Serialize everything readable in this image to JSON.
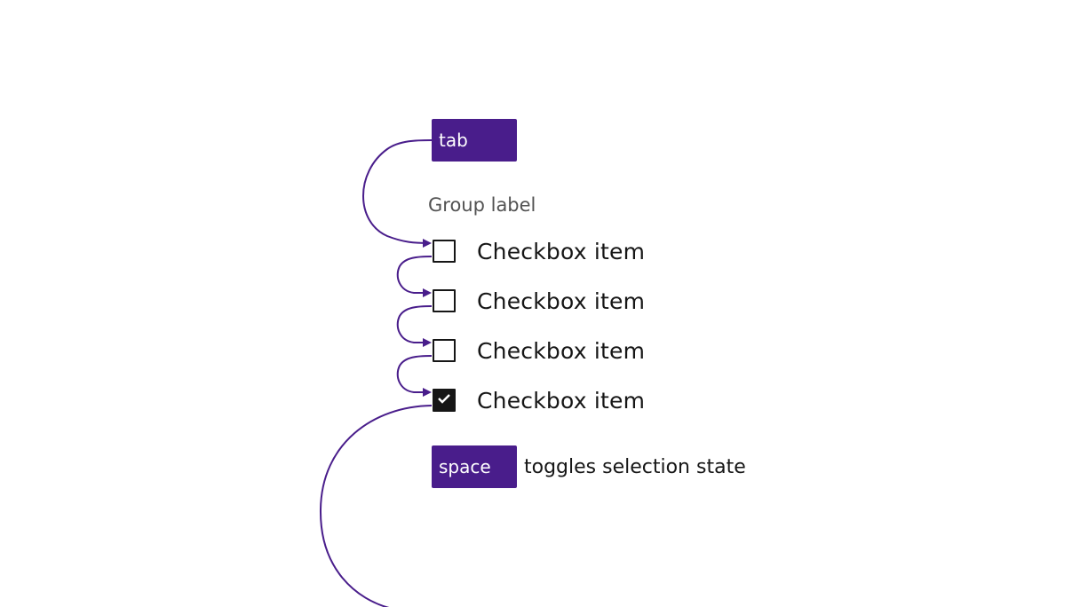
{
  "keys": {
    "tab": "tab",
    "space": "space"
  },
  "group_label": "Group label",
  "checkbox_items": [
    {
      "label": "Checkbox item",
      "checked": false
    },
    {
      "label": "Checkbox item",
      "checked": false
    },
    {
      "label": "Checkbox item",
      "checked": false
    },
    {
      "label": "Checkbox item",
      "checked": true
    }
  ],
  "hint_text": "toggles selection state",
  "colors": {
    "accent": "#491d8b",
    "arrow": "#491d8b",
    "text": "#161616",
    "muted": "#525252"
  }
}
